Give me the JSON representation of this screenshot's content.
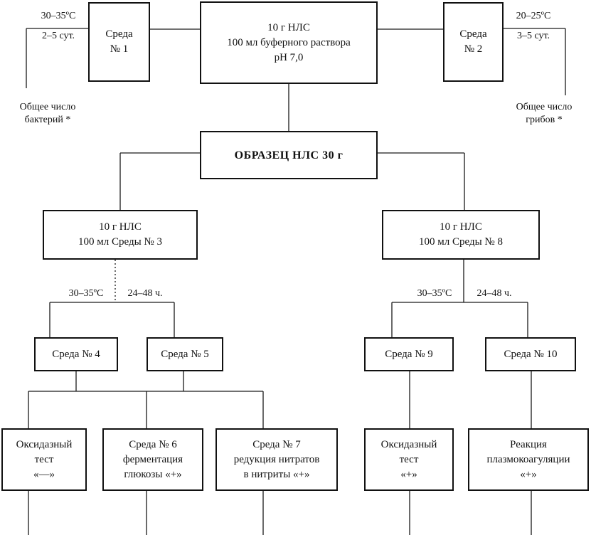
{
  "top": {
    "main_box": [
      "10 г НЛС",
      "100 мл буферного раствора",
      "pH 7,0"
    ],
    "left_box": [
      "Среда",
      "№ 1"
    ],
    "right_box": [
      "Среда",
      "№ 2"
    ],
    "left_temp": "30–35ºС",
    "left_days": "2–5 сут.",
    "right_temp": "20–25ºС",
    "right_days": "3–5 сут.",
    "left_result": [
      "Общее число",
      "бактерий *"
    ],
    "right_result": [
      "Общее число",
      "грибов *"
    ]
  },
  "sample_box": "ОБРАЗЕЦ  НЛС  30 г",
  "left_branch": {
    "box": [
      "10 г НЛС",
      "100 мл Среды № 3"
    ],
    "temp": "30–35ºС",
    "time": "24–48 ч.",
    "media_a": "Среда № 4",
    "media_b": "Среда № 5",
    "test_1": [
      "Оксидазный",
      "тест",
      "«—»"
    ],
    "test_2": [
      "Среда № 6",
      "ферментация",
      "глюкозы «+»"
    ],
    "test_3": [
      "Среда № 7",
      "редукция нитратов",
      "в нитриты «+»"
    ]
  },
  "right_branch": {
    "box": [
      "10 г НЛС",
      "100 мл Среды № 8"
    ],
    "temp": "30–35ºС",
    "time": "24–48 ч.",
    "media_a": "Среда № 9",
    "media_b": "Среда № 10",
    "test_1": [
      "Оксидазный",
      "тест",
      "«+»"
    ],
    "test_2": [
      "Реакция",
      "плазмокоагуляции",
      "«+»"
    ]
  }
}
